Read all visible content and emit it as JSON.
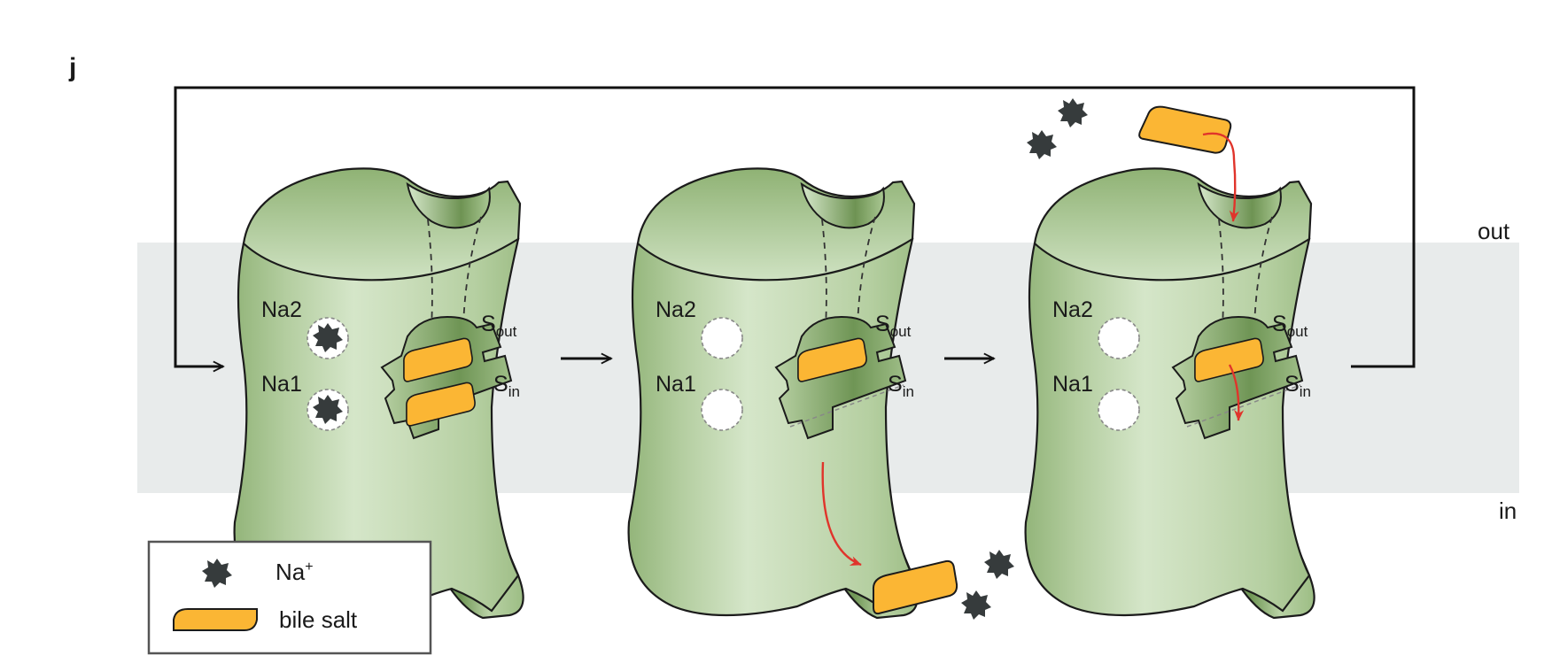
{
  "panel_label": "j",
  "sides": {
    "outside": "out",
    "inside": "in"
  },
  "states": [
    {
      "name": "state-1-both-sodium-and-bile-salt-bound",
      "sites": {
        "na2": "Na2",
        "na1": "Na1",
        "s_out": "S",
        "s_out_sub": "out",
        "s_in": "S",
        "s_in_sub": "in"
      }
    },
    {
      "name": "state-2-release-inside",
      "sites": {
        "na2": "Na2",
        "na1": "Na1",
        "s_out": "S",
        "s_out_sub": "out",
        "s_in": "S",
        "s_in_sub": "in"
      }
    },
    {
      "name": "state-3-binding-outside",
      "sites": {
        "na2": "Na2",
        "na1": "Na1",
        "s_out": "S",
        "s_out_sub": "out",
        "s_in": "S",
        "s_in_sub": "in"
      }
    }
  ],
  "legend": {
    "sodium": "Na",
    "sodium_charge": "+",
    "bile_salt": "bile salt"
  },
  "colors": {
    "protein_light": "#d3e4c6",
    "protein_mid": "#a3c08c",
    "protein_dark": "#6e9253",
    "bile_salt": "#fbb634",
    "sodium": "#363b3c",
    "membrane": "#e8ebeb",
    "transport_arrow": "#e0342b",
    "cycle_arrow": "#111111"
  }
}
